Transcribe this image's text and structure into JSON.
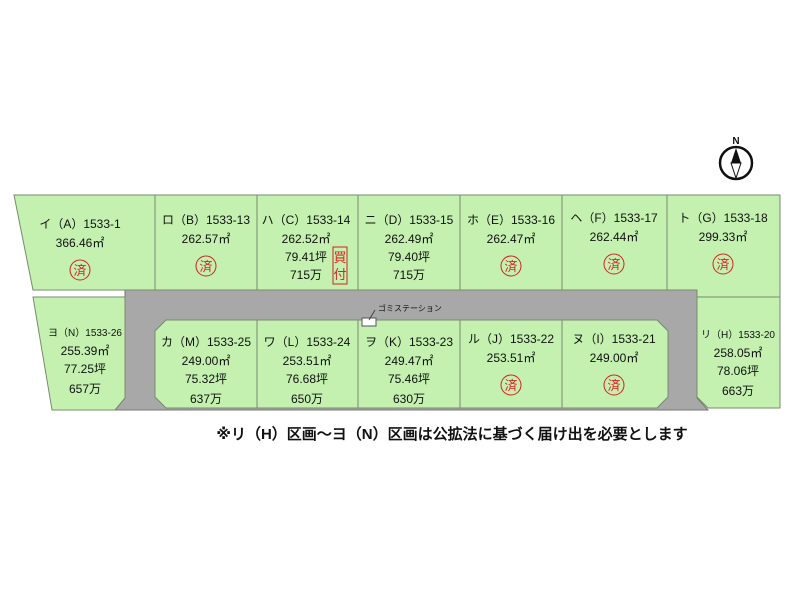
{
  "compass": {
    "label": "N"
  },
  "garbage_station": "ゴミステーション",
  "sold_mark": "済",
  "buy_mark": [
    "買",
    "付"
  ],
  "lots": [
    {
      "id": "i",
      "label": "イ（A）1533-1",
      "area": "366.46㎡",
      "sold": true
    },
    {
      "id": "ro",
      "label": "ロ（B）1533-13",
      "area": "262.57㎡",
      "sold": true
    },
    {
      "id": "ha",
      "label": "ハ（C）1533-14",
      "area": "262.52㎡",
      "tsubo": "79.41坪",
      "price": "715万",
      "reserved": true
    },
    {
      "id": "ni",
      "label": "ニ（D）1533-15",
      "area": "262.49㎡",
      "tsubo": "79.40坪",
      "price": "715万"
    },
    {
      "id": "ho",
      "label": "ホ（E）1533-16",
      "area": "262.47㎡",
      "sold": true
    },
    {
      "id": "he",
      "label": "ヘ（F）1533-17",
      "area": "262.44㎡",
      "sold": true
    },
    {
      "id": "to",
      "label": "ト（G）1533-18",
      "area": "299.33㎡",
      "sold": true
    },
    {
      "id": "yo",
      "label": "ヨ（N）1533-26",
      "area": "255.39㎡",
      "tsubo": "77.25坪",
      "price": "657万"
    },
    {
      "id": "ka",
      "label": "カ（M）1533-25",
      "area": "249.00㎡",
      "tsubo": "75.32坪",
      "price": "637万"
    },
    {
      "id": "wa",
      "label": "ワ（L）1533-24",
      "area": "253.51㎡",
      "tsubo": "76.68坪",
      "price": "650万"
    },
    {
      "id": "wo",
      "label": "ヲ（K）1533-23",
      "area": "249.47㎡",
      "tsubo": "75.46坪",
      "price": "630万"
    },
    {
      "id": "ru",
      "label": "ル（J）1533-22",
      "area": "253.51㎡",
      "sold": true
    },
    {
      "id": "nu",
      "label": "ヌ（I）1533-21",
      "area": "249.00㎡",
      "sold": true
    },
    {
      "id": "ri",
      "label": "リ（H）1533-20",
      "area": "258.05㎡",
      "tsubo": "78.06坪",
      "price": "663万"
    }
  ],
  "note": "※リ（H）区画〜ヨ（N）区画は公拡法に基づく届け出を必要とします",
  "colors": {
    "lot": "#c4f0b0",
    "road": "#a8a8a8",
    "sold": "#d22222"
  }
}
